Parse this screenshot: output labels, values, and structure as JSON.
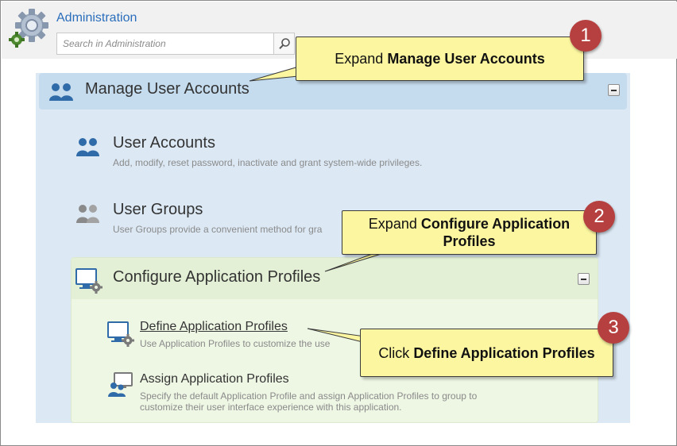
{
  "header": {
    "title": "Administration",
    "search_placeholder": "Search in Administration",
    "search_icon": "search-icon",
    "logo_icon": "gear-icon"
  },
  "manage_user_accounts": {
    "title": "Manage User Accounts",
    "icon": "users-icon",
    "items": [
      {
        "title": "User Accounts",
        "description": "Add, modify, reset password, inactivate and grant system-wide privileges.",
        "icon": "users-icon"
      },
      {
        "title": "User Groups",
        "description": "User Groups  provide a convenient method for gra",
        "icon": "user-group-icon"
      }
    ]
  },
  "configure_profiles": {
    "title": "Configure Application Profiles",
    "icon": "monitor-gear-icon",
    "items": [
      {
        "title": "Define Application Profiles",
        "description": "Use Application Profiles to customize the use",
        "icon": "monitor-gear-icon"
      },
      {
        "title": "Assign Application Profiles",
        "description_line1": "Specify the default Application Profile and assign Application Profiles to group to",
        "description_line2": "customize their user interface experience with this application.",
        "icon": "monitor-users-icon"
      }
    ]
  },
  "callouts": [
    {
      "number": "1",
      "prefix": "Expand ",
      "bold": "Manage User Accounts"
    },
    {
      "number": "2",
      "prefix": "Expand ",
      "bold_line1": "Configure Application",
      "bold_line2": "Profiles"
    },
    {
      "number": "3",
      "prefix": "Click ",
      "bold": "Define Application Profiles"
    }
  ],
  "colors": {
    "link_blue": "#2a6ebb",
    "panel_blue": "#dce9f5",
    "section_header_blue": "#c5dcee",
    "sub_panel_green": "#eef6e4",
    "callout_yellow": "#fcf6a0",
    "badge_red": "#b5403f"
  }
}
